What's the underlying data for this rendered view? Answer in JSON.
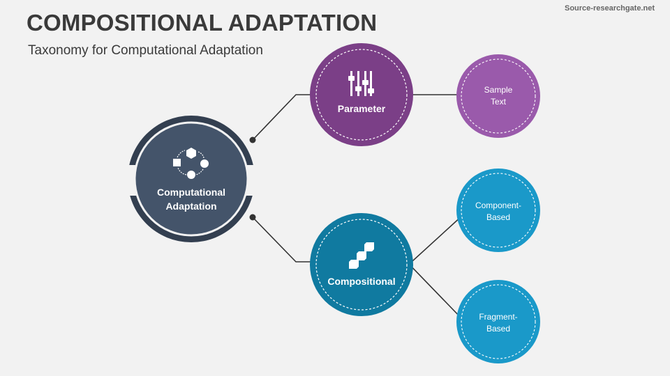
{
  "header": {
    "title": "COMPOSITIONAL ADAPTATION",
    "subtitle": "Taxonomy for Computational Adaptation",
    "source": "Source-researchgate.net"
  },
  "root": {
    "label": "Computational\nAdaptation",
    "icon": "cycle-shapes-icon",
    "color": "#44546a"
  },
  "branches": [
    {
      "label": "Parameter",
      "icon": "sliders-icon",
      "color": "#7b3f87",
      "children": [
        {
          "label": "Sample\nText",
          "color": "#9a5aab"
        }
      ]
    },
    {
      "label": "Compositional",
      "icon": "blocks-icon",
      "color": "#107aa0",
      "children": [
        {
          "label": "Component-\nBased",
          "color": "#1a99c9"
        },
        {
          "label": "Fragment-\nBased",
          "color": "#1a99c9"
        }
      ]
    }
  ]
}
